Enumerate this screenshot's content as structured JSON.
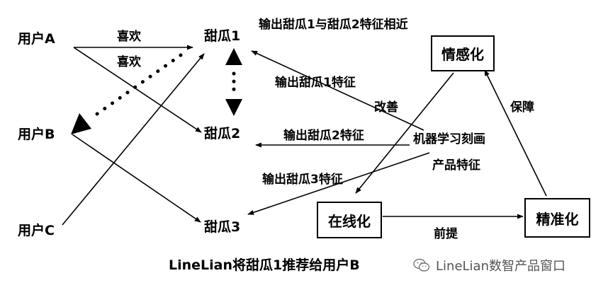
{
  "nodes": {
    "user_a": "用户A",
    "user_b": "用户B",
    "user_c": "用户C",
    "melon_1": "甜瓜1",
    "melon_2": "甜瓜2",
    "melon_3": "甜瓜3"
  },
  "boxes": {
    "emotion": "情感化",
    "online": "在线化",
    "precision": "精准化"
  },
  "labels": {
    "like_1": "喜欢",
    "like_2": "喜欢",
    "similar": "输出甜瓜1与甜瓜2特征相近",
    "out_1": "输出甜瓜1特征",
    "improve": "改善",
    "out_2": "输出甜瓜2特征",
    "ml_line1": "机器学习刻画",
    "ml_line2": "产品特征",
    "out_3": "输出甜瓜3特征",
    "guarantee": "保障",
    "premise": "前提"
  },
  "caption": "LineLian将甜瓜1推荐给用户B",
  "watermark": "LineLian数智产品窗口",
  "icons": {
    "watermark_logo": "wechat-icon"
  }
}
